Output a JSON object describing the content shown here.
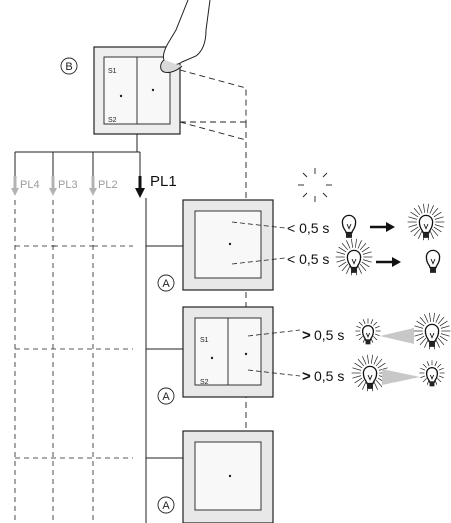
{
  "labels": {
    "marker_b": "B",
    "marker_a": "A",
    "pl1": "PL1",
    "pl2": "PL2",
    "pl3": "PL3",
    "pl4": "PL4",
    "s1": "S1",
    "s2": "S2"
  },
  "timings": {
    "short_top": "< 0,5 s",
    "short_bottom": "< 0,5 s",
    "long_top": "0,5 s",
    "long_bottom": "0,5 s",
    "long_prefix": ">"
  },
  "icons": [
    "hand-icon",
    "bulb-on-icon",
    "bulb-off-icon",
    "bulb-dim-icon",
    "arrow-right-icon",
    "wedge-increase-icon",
    "wedge-decrease-icon",
    "blink-icon"
  ],
  "colors": {
    "line": "#1a1a1a",
    "gray": "#b3b3b3",
    "frame": "#e6e6e6"
  }
}
